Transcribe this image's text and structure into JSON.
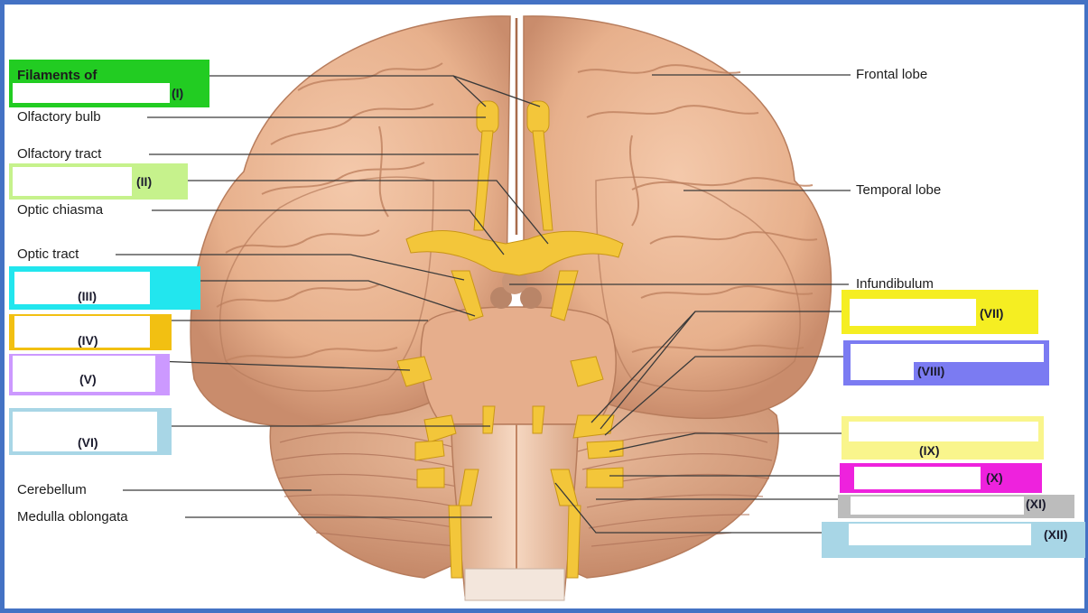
{
  "labels": {
    "filaments_of": "Filaments of",
    "olfactory_bulb": "Olfactory bulb",
    "olfactory_tract": "Olfactory tract",
    "optic_chiasma": "Optic chiasma",
    "optic_tract": "Optic tract",
    "cerebellum": "Cerebellum",
    "medulla_oblongata": "Medulla oblongata",
    "frontal_lobe": "Frontal lobe",
    "temporal_lobe": "Temporal lobe",
    "infundibulum": "Infundibulum"
  },
  "nerve_boxes": [
    {
      "id": "I",
      "roman": "(I)",
      "color": "#22cc22"
    },
    {
      "id": "II",
      "roman": "(II)",
      "color": "#c6f28c"
    },
    {
      "id": "III",
      "roman": "(III)",
      "color": "#22e6ee"
    },
    {
      "id": "IV",
      "roman": "(IV)",
      "color": "#f2c012"
    },
    {
      "id": "V",
      "roman": "(V)",
      "color": "#cc99ff"
    },
    {
      "id": "VI",
      "roman": "(VI)",
      "color": "#a8d6e6"
    },
    {
      "id": "VII",
      "roman": "(VII)",
      "color": "#f5ee22"
    },
    {
      "id": "VIII",
      "roman": "(VIII)",
      "color": "#7b7bf2"
    },
    {
      "id": "IX",
      "roman": "(IX)",
      "color": "#f9f58c"
    },
    {
      "id": "X",
      "roman": "(X)",
      "color": "#ee22dd"
    },
    {
      "id": "XI",
      "roman": "(XI)",
      "color": "#bcbcbc"
    },
    {
      "id": "XII",
      "roman": "(XII)",
      "color": "#a8d6e6"
    }
  ],
  "colors": {
    "frame": "#4472c4",
    "brain": "#e9b493",
    "brain_shadow": "#c98c6c",
    "nerve": "#f3c63a",
    "leader_line": "#3a3a3a"
  }
}
